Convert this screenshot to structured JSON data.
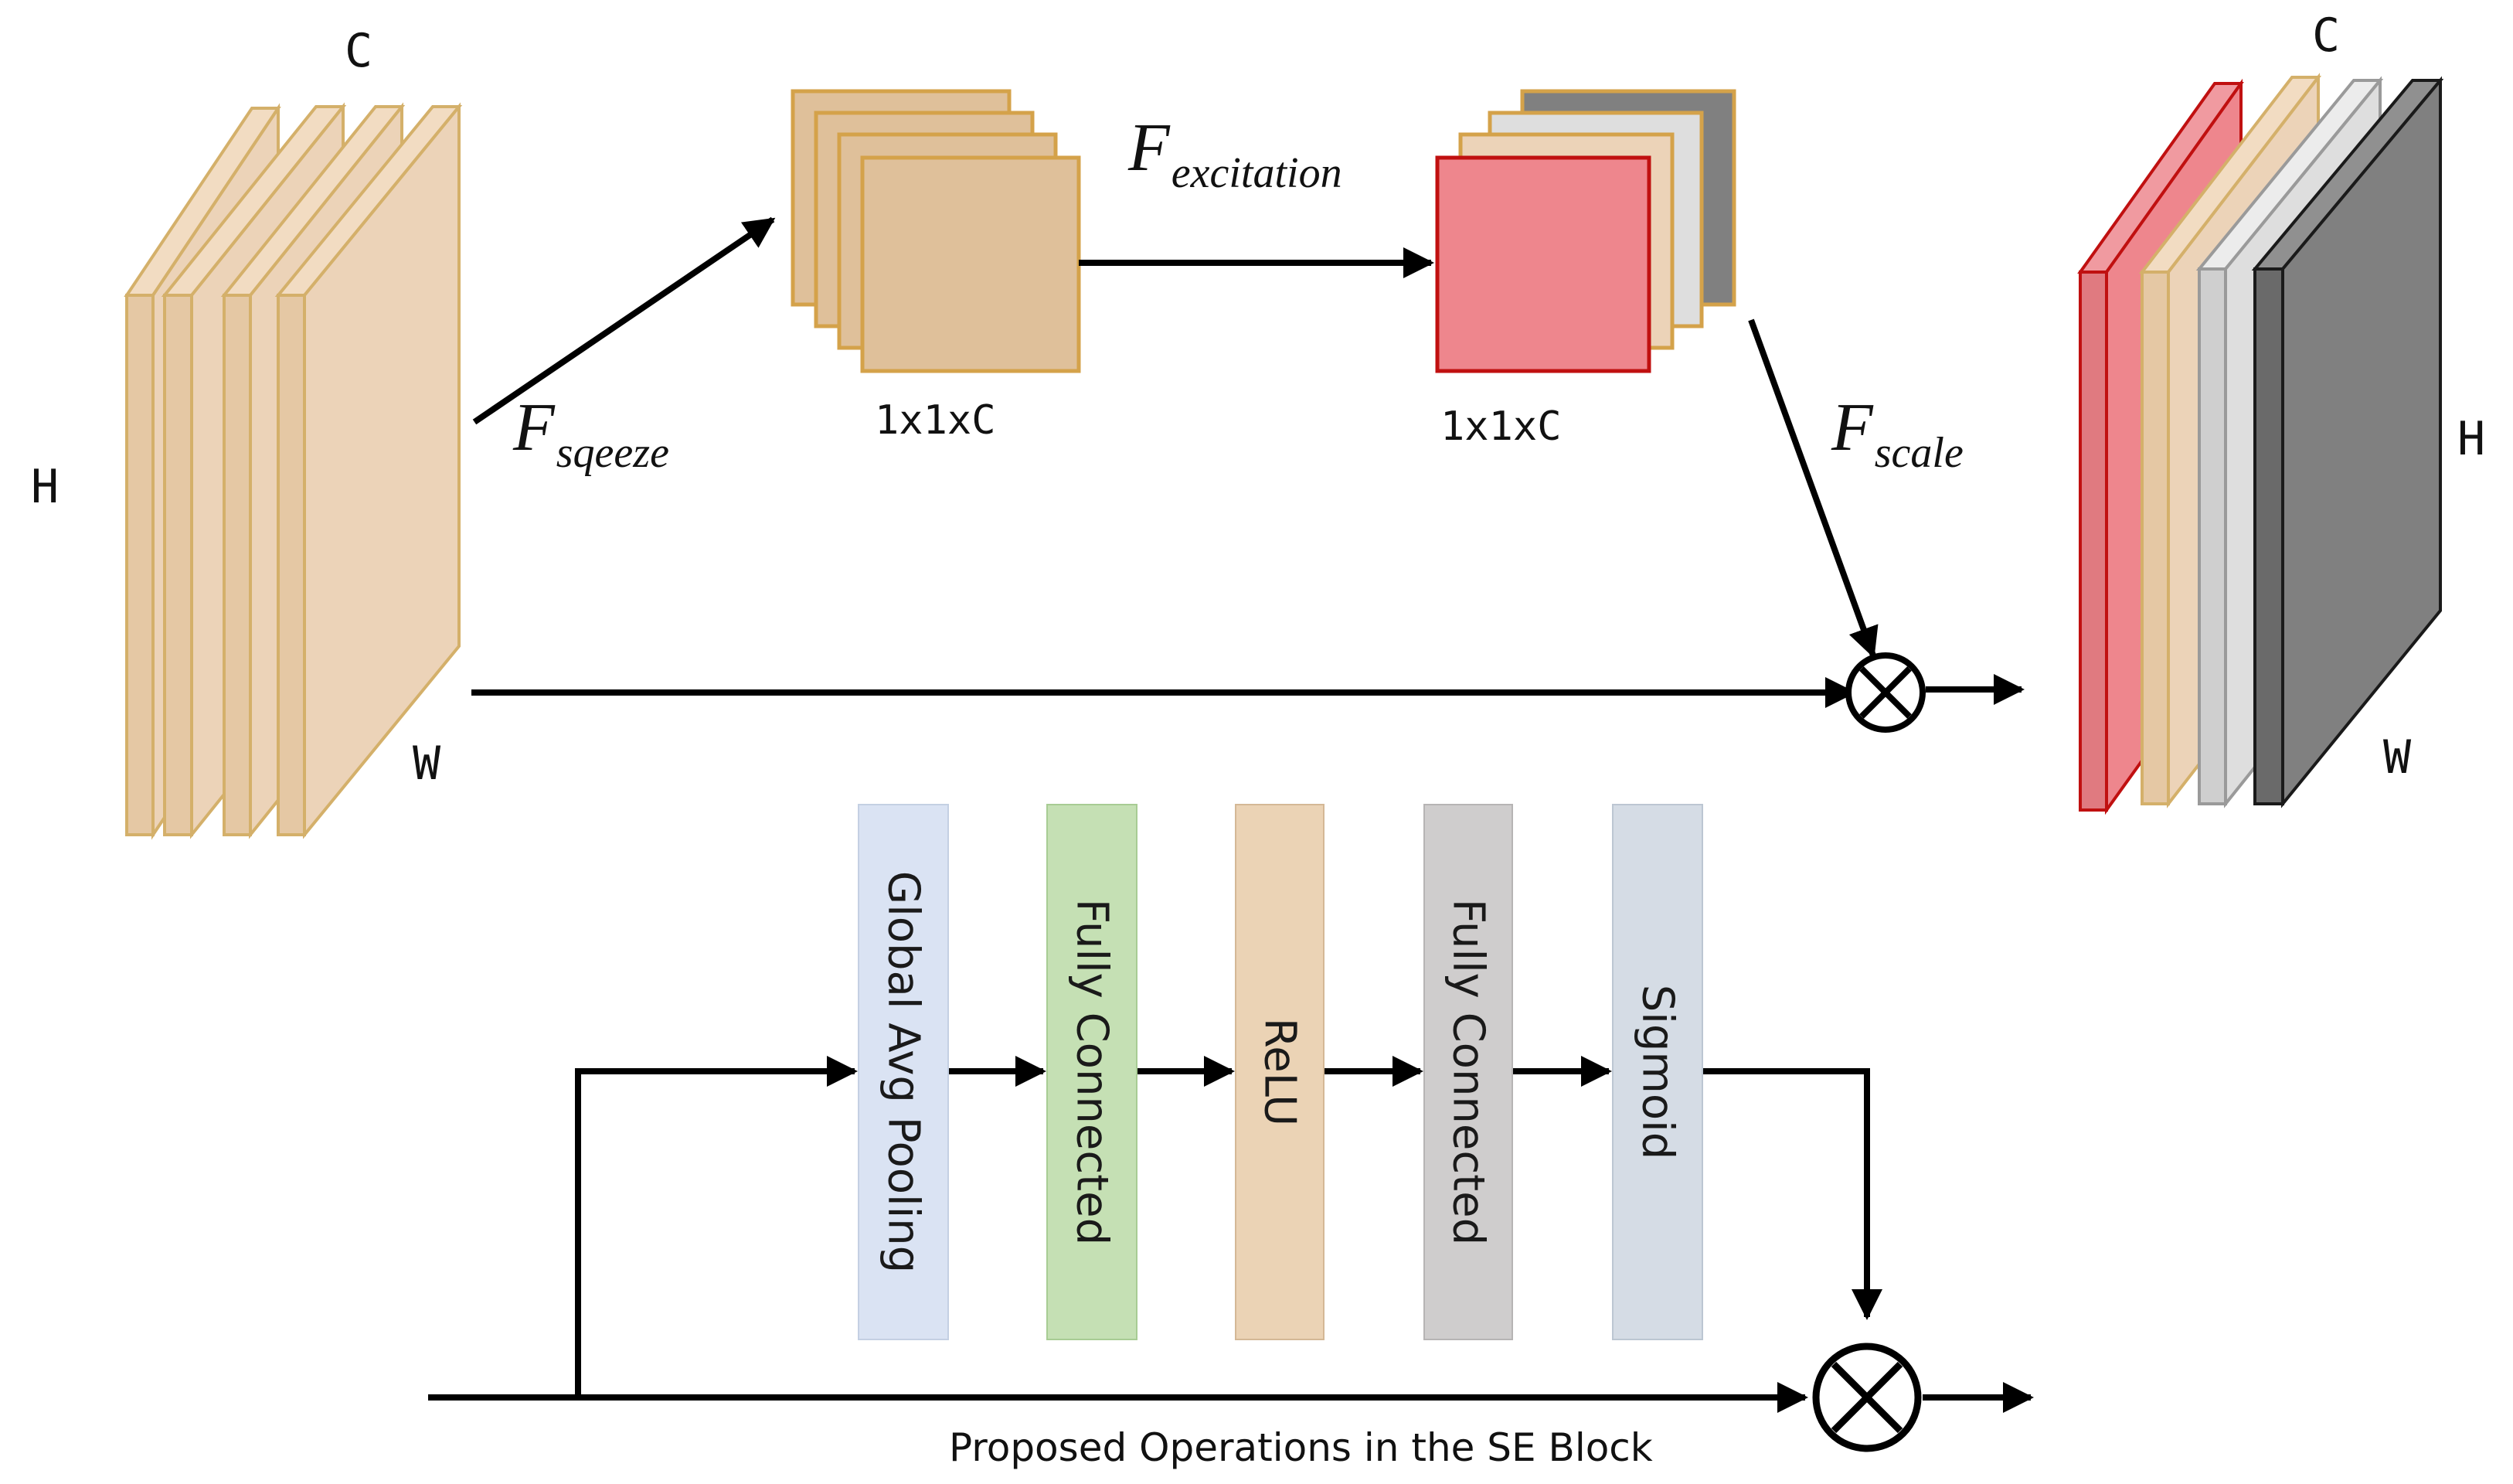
{
  "labels": {
    "input_c": "C",
    "input_h": "H",
    "input_w": "W",
    "output_c": "C",
    "output_h": "H",
    "output_w": "W",
    "squeeze_size": "1x1xC",
    "excitation_size": "1x1xC"
  },
  "functions": {
    "squeeze": {
      "symbol": "F",
      "subscript": "sqeeze"
    },
    "excitation": {
      "symbol": "F",
      "subscript": "excitation"
    },
    "scale": {
      "symbol": "F",
      "subscript": "scale"
    }
  },
  "pipeline": [
    {
      "label": "Global Avg Pooling",
      "color": "#dae3f3"
    },
    {
      "label": "Fully Connected",
      "color": "#c5e0b4"
    },
    {
      "label": "ReLU",
      "color": "#ebd3b5"
    },
    {
      "label": "Fully Connected",
      "color": "#cfcdcd"
    },
    {
      "label": "Sigmoid",
      "color": "#d5dce5"
    }
  ],
  "caption": "Proposed Operations in the SE Block",
  "colors": {
    "feature_fill": "#ecd3b8",
    "feature_border": "#d4b06a",
    "squeezed_fill": "#dfc09a",
    "excited_fill": "#ee868d",
    "excited_border": "#c01010",
    "gray_fill": "#808080",
    "light_gray_fill": "#dedede"
  }
}
